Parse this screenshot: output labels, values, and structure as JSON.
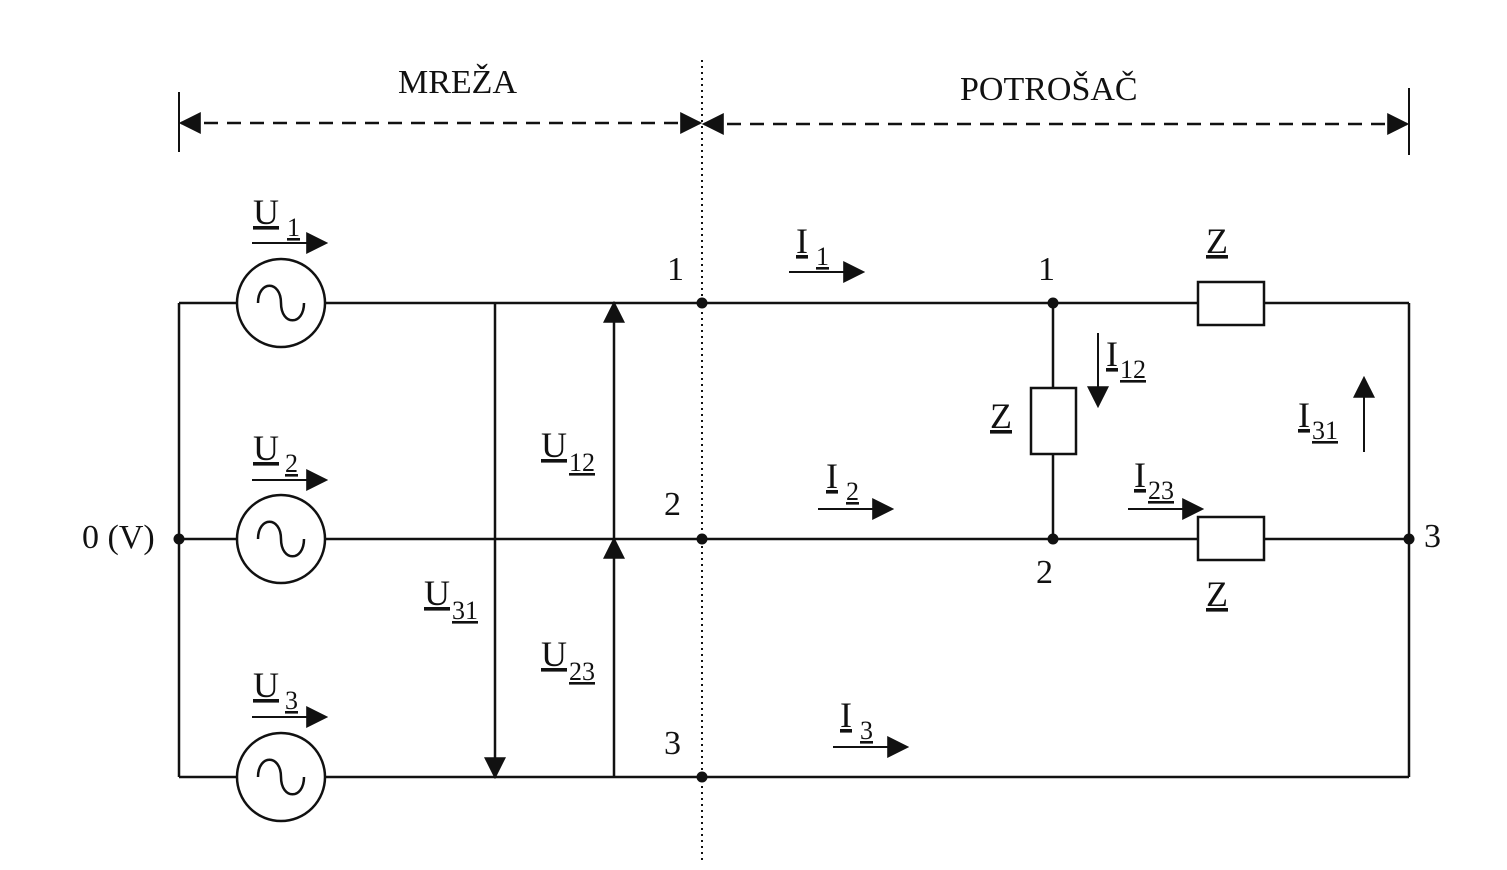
{
  "regions": {
    "network": "MREŽA",
    "consumer": "POTROŠAČ"
  },
  "ground_label": "0 (V)",
  "sources": [
    {
      "symbol": "U",
      "index": "1"
    },
    {
      "symbol": "U",
      "index": "2"
    },
    {
      "symbol": "U",
      "index": "3"
    }
  ],
  "line_voltages": [
    {
      "symbol": "U",
      "index": "12"
    },
    {
      "symbol": "U",
      "index": "23"
    },
    {
      "symbol": "U",
      "index": "31"
    }
  ],
  "interface_nodes": [
    "1",
    "2",
    "3"
  ],
  "line_currents": [
    {
      "symbol": "I",
      "index": "1"
    },
    {
      "symbol": "I",
      "index": "2"
    },
    {
      "symbol": "I",
      "index": "3"
    }
  ],
  "load_nodes": [
    "1",
    "2",
    "3"
  ],
  "impedance_label": "Z",
  "phase_currents": [
    {
      "symbol": "I",
      "index": "12"
    },
    {
      "symbol": "I",
      "index": "23"
    },
    {
      "symbol": "I",
      "index": "31"
    }
  ],
  "colors": {
    "ink": "#111111",
    "background": "#ffffff"
  }
}
